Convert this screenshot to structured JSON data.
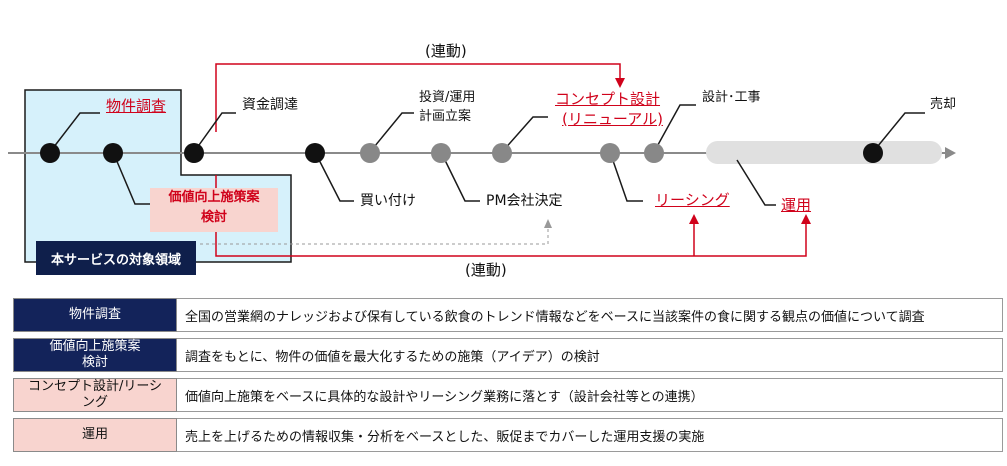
{
  "link_top": "(連動)",
  "link_bottom": "(連動)",
  "steps": {
    "bukken": "物件調査",
    "shikin": "資金調達",
    "toushi_1": "投資/運用",
    "toushi_2": "計画立案",
    "concept_1": "コンセプト設計",
    "concept_2": "(リニューアル)",
    "sekkei": "設計･工事",
    "baikyaku": "売却",
    "kaitsuke": "買い付け",
    "pm": "PM会社決定",
    "leasing": "リーシング",
    "unyo": "運用",
    "kachi_1": "価値向上施策案",
    "kachi_2": "検討"
  },
  "scope_label": "本サービスの対象領域",
  "colors": {
    "accent_red": "#d0021b",
    "navy": "#13235a",
    "pink": "#f8d4cf",
    "scope_fill": "#d6f1fb"
  },
  "table": [
    {
      "head": [
        "物件調査"
      ],
      "style": "navy",
      "desc": "全国の営業網のナレッジおよび保有している飲食のトレンド情報などをベースに当該案件の食に関する観点の価値について調査"
    },
    {
      "head": [
        "価値向上施策案",
        "検討"
      ],
      "style": "navy",
      "desc": "調査をもとに、物件の価値を最大化するための施策（アイデア）の検討"
    },
    {
      "head": [
        "コンセプト設計/リーシング"
      ],
      "style": "pink",
      "desc": "価値向上施策をベースに具体的な設計やリーシング業務に落とす（設計会社等との連携）"
    },
    {
      "head": [
        "運用"
      ],
      "style": "pink",
      "desc": "売上を上げるための情報収集・分析をベースとした、販促までカバーした運用支援の実施"
    }
  ]
}
